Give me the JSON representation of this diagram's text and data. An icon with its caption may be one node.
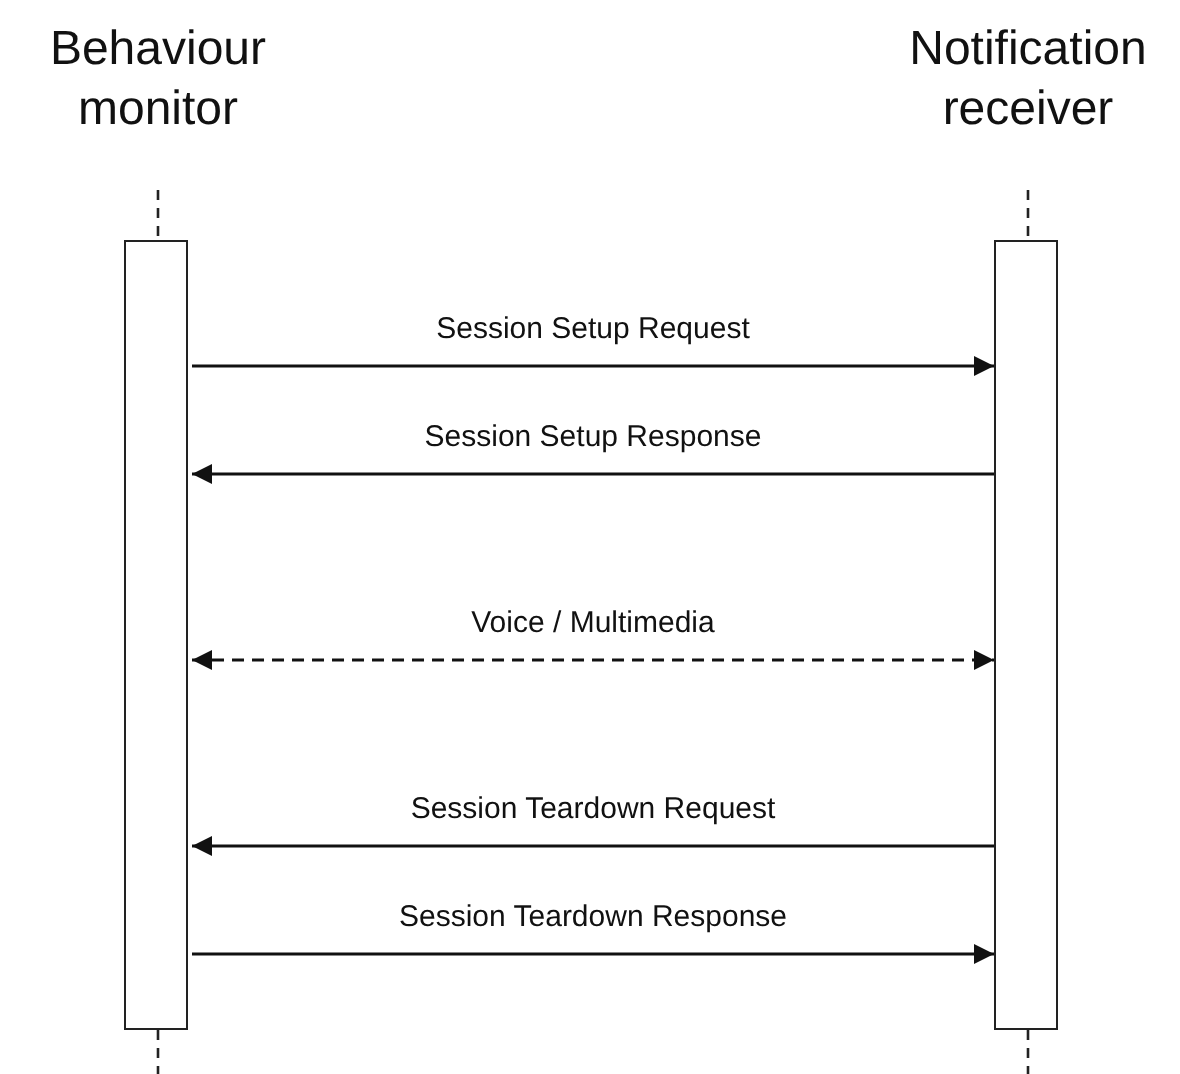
{
  "diagram": {
    "nodes": [
      {
        "text": [
          "Behaviour monitor"
        ]
      },
      {
        "text": [
          "Notification receiver"
        ]
      }
    ],
    "edges": [
      {
        "from": 0,
        "to": 1,
        "arrow": "to",
        "label": "Session Setup Request"
      },
      {
        "from": 1,
        "to": 0,
        "arrow": "to",
        "label": "Session Setup Response"
      },
      {
        "from": 0,
        "to": 1,
        "arrow": "both",
        "label": "Voice / Multimedia",
        "style": "dashed"
      },
      {
        "from": 1,
        "to": 0,
        "arrow": "to",
        "label": "Session Teardown Request"
      },
      {
        "from": 0,
        "to": 1,
        "arrow": "to",
        "label": "Session Teardown Response"
      }
    ]
  }
}
